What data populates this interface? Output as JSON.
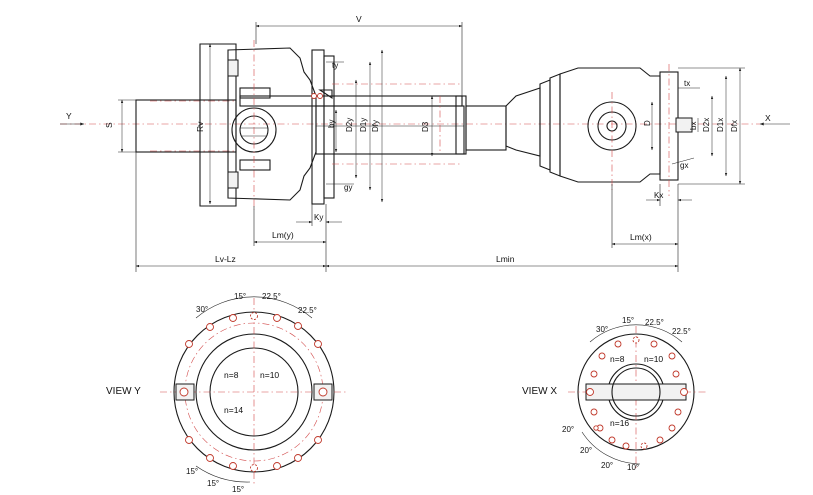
{
  "side_view": {
    "dims": {
      "V": "V",
      "Y": "Y",
      "X": "X",
      "S": "S",
      "Rv": "Rv",
      "ty": "ty",
      "by": "by",
      "D2y": "D2y",
      "D1y": "D1y",
      "Dfy": "Dfy",
      "D3": "D3",
      "gy": "gy",
      "Ky": "Ky",
      "tx": "tx",
      "bx": "bx",
      "D": "D",
      "D2x": "D2x",
      "D1x": "D1x",
      "Dfx": "Dfx",
      "gx": "gx",
      "Kx": "Kx",
      "Lm_y": "Lm(y)",
      "Lm_x": "Lm(x)",
      "Lv_Lz": "Lv-Lz",
      "Lmin": "Lmin"
    }
  },
  "view_y": {
    "title": "VIEW Y",
    "n8": "n=8",
    "n10": "n=10",
    "n14": "n=14",
    "a30": "30°",
    "a15a": "15°",
    "a22a": "22.5°",
    "a22b": "22.5°",
    "a15b": "15°",
    "a15c": "15°",
    "a15d": "15°"
  },
  "view_x": {
    "title": "VIEW X",
    "n8": "n=8",
    "n10": "n=10",
    "n16": "n=16",
    "a30": "30°",
    "a15": "15°",
    "a22a": "22.5°",
    "a22b": "22.5°",
    "a20a": "20°",
    "a20b": "20°",
    "a20c": "20°",
    "a10": "10°"
  }
}
